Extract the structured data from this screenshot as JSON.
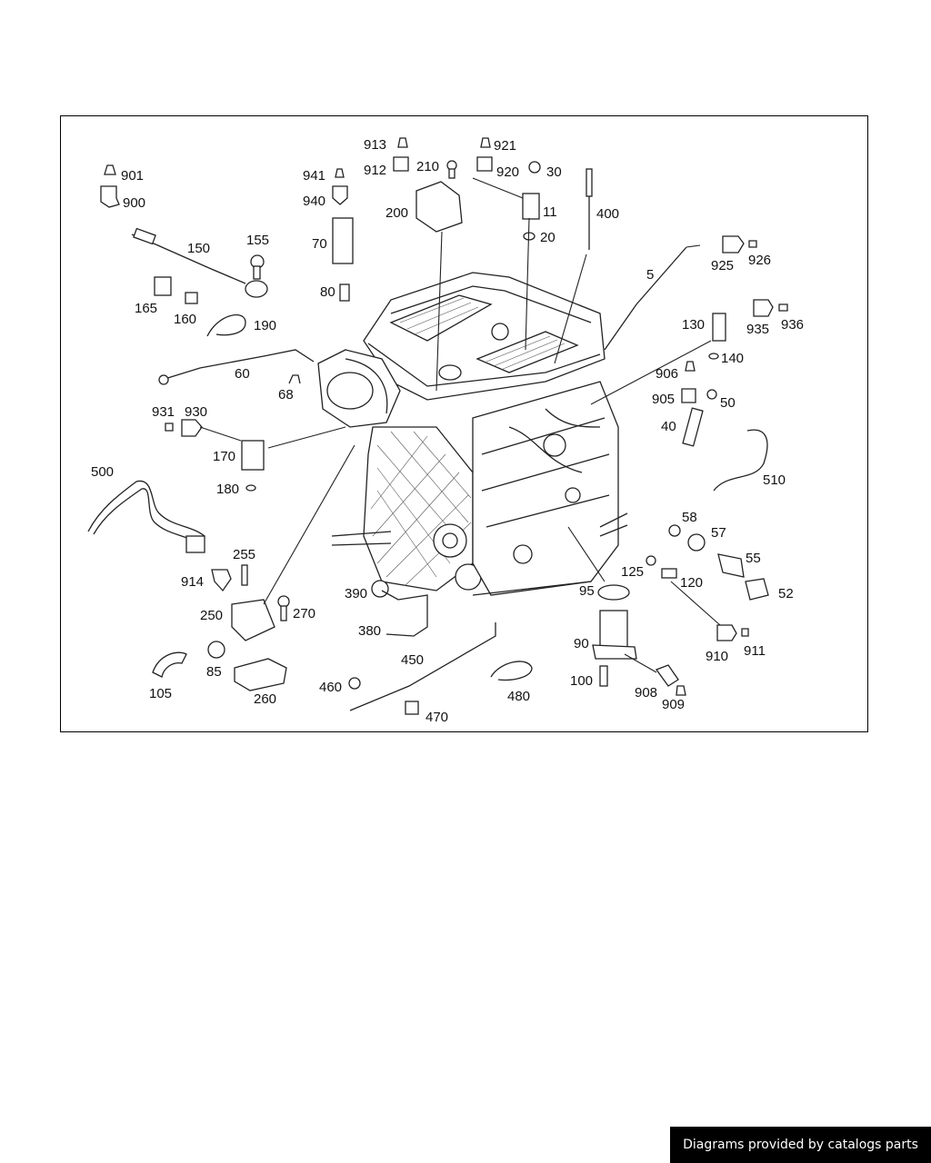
{
  "footer": {
    "text": "Diagrams provided by catalogs parts"
  },
  "callouts": [
    "901",
    "900",
    "150",
    "155",
    "165",
    "160",
    "190",
    "60",
    "68",
    "941",
    "940",
    "70",
    "80",
    "913",
    "912",
    "210",
    "200",
    "921",
    "920",
    "30",
    "11",
    "20",
    "400",
    "5",
    "925",
    "926",
    "130",
    "935",
    "936",
    "140",
    "906",
    "905",
    "50",
    "40",
    "510",
    "931",
    "930",
    "170",
    "180",
    "500",
    "914",
    "255",
    "250",
    "270",
    "85",
    "105",
    "260",
    "390",
    "380",
    "450",
    "460",
    "470",
    "480",
    "58",
    "57",
    "55",
    "52",
    "125",
    "120",
    "95",
    "90",
    "100",
    "908",
    "909",
    "910",
    "911"
  ]
}
